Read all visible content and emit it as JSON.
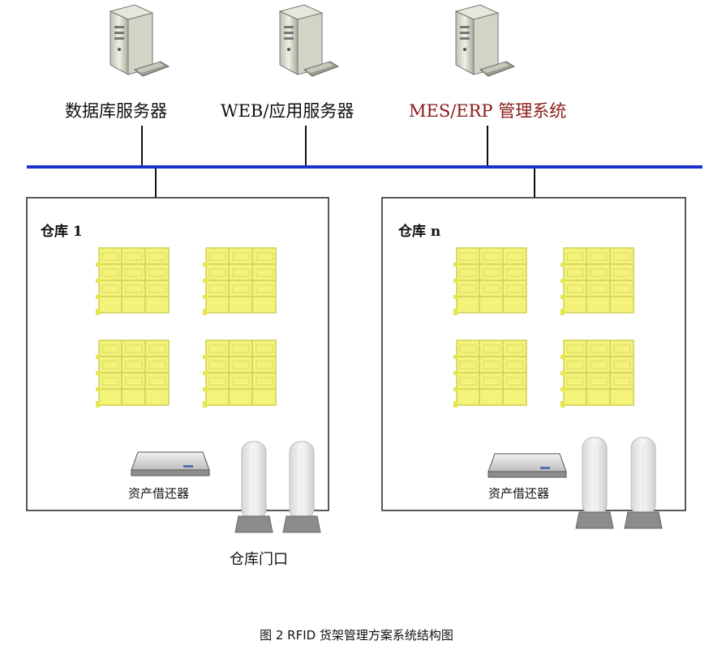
{
  "servers": [
    {
      "label": "数据库服务器",
      "icon": "server-tower-icon"
    },
    {
      "label": "WEB/应用服务器",
      "icon": "server-tower-icon"
    },
    {
      "label": "MES/ERP 管理系统",
      "icon": "server-tower-icon",
      "color": "#8b1a1a"
    }
  ],
  "warehouses": [
    {
      "title": "仓库 1",
      "device_label": "资产借还器"
    },
    {
      "title": "仓库 n",
      "device_label": "资产借还器"
    }
  ],
  "door_label": "仓库门口",
  "caption": "图  2 RFID 货架管理方案系统结构图",
  "colors": {
    "bus": "#1a33cc",
    "shelf": "#f3f37a",
    "shelf_edge": "#cfcf55",
    "server_text_accent": "#8b1a1a"
  }
}
